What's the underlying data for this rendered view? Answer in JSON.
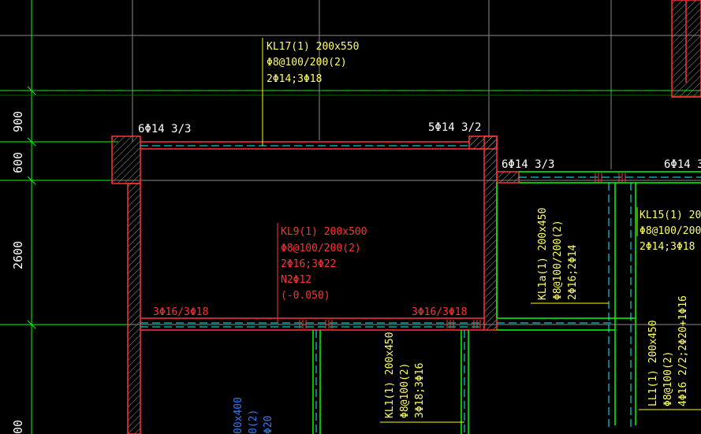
{
  "dimensions": {
    "d900": "900",
    "d600": "600",
    "d2600": "2600",
    "d00": "00"
  },
  "top_rebar": {
    "left": "6Φ14 3/3",
    "mid": "5Φ14 3/2",
    "right1": "6Φ14 3/3",
    "right2": "6Φ14 3/"
  },
  "bottom_rebar": {
    "left": "3Φ16/3Φ18",
    "right": "3Φ16/3Φ18"
  },
  "beams": {
    "kl17": {
      "line1": "KL17(1) 200x550",
      "line2": "Φ8@100/200(2)",
      "line3": "2Φ14;3Φ18"
    },
    "kl9": {
      "line1": "KL9(1) 200x500",
      "line2": "Φ8@100/200(2)",
      "line3": "2Φ16;3Φ22",
      "line4": "N2Φ12",
      "line5": "(-0.050)"
    },
    "kl15": {
      "line1": "KL15(1) 200",
      "line2": "Φ8@100/200",
      "line3": "2Φ14;3Φ18"
    },
    "kl1a": {
      "line1": "KL1a(1) 200x450",
      "line2": "Φ8@100/200(2)",
      "line3": "2Φ16;2Φ14"
    },
    "kl1": {
      "line1": "KL1(1) 200x450",
      "line2": "Φ8@100(2)",
      "line3": "3Φ18;3Φ16"
    },
    "ll1": {
      "line1": "LL1(1) 200x450",
      "line2": "Φ8@100(2)",
      "line3": "4Φ16 2/2;2Φ20+1Φ16"
    },
    "blue": {
      "line1": "00x400",
      "line2": "0(2)",
      "line3": "Φ20"
    }
  },
  "colors": {
    "background": "#000000",
    "axis": "#00ff00",
    "wall": "#ff3333",
    "beam_dash": "#00ffff",
    "leader": "#ffff00",
    "label_yellow": "#ffff66",
    "label_red": "#ff3333",
    "label_blue": "#3377ff",
    "grid": "#9a9a9a"
  }
}
